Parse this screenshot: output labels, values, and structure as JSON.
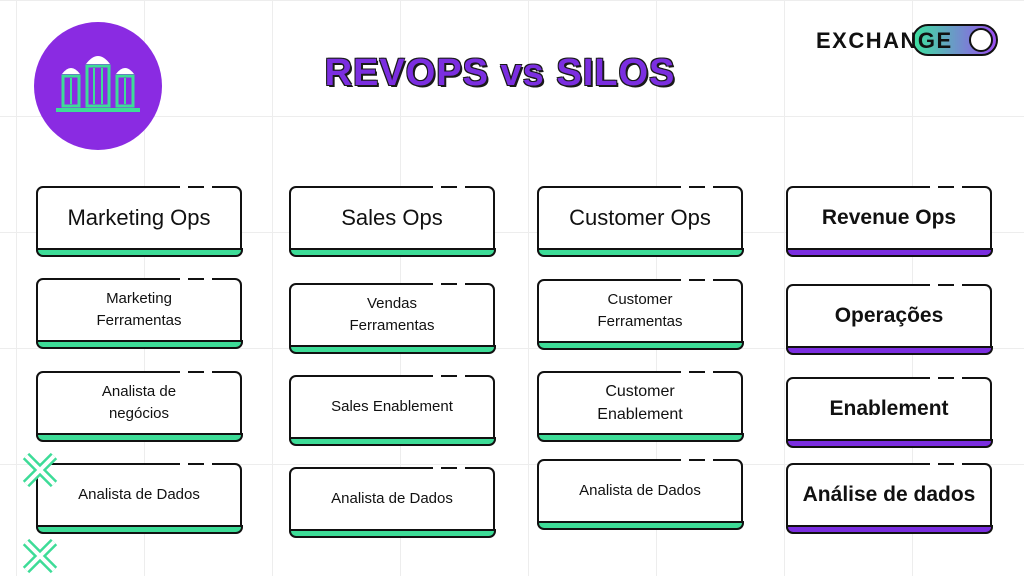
{
  "title": "REVOPS vs SILOS",
  "brand": {
    "name": "EXCHANGE"
  },
  "colors": {
    "accent_green": "#3ddc97",
    "accent_purple": "#7b2ee0",
    "logo_bg": "#8a2be2"
  },
  "icons": [
    "silos-logo-icon",
    "cross-icon"
  ],
  "columns": [
    {
      "heading": "Marketing Ops",
      "items": [
        "Marketing Ferramentas",
        "Analista de negócios",
        "Analista de Dados"
      ]
    },
    {
      "heading": "Sales Ops",
      "items": [
        "Vendas Ferramentas",
        "Sales Enablement",
        "Analista de Dados"
      ]
    },
    {
      "heading": "Customer Ops",
      "items": [
        "Customer Ferramentas",
        "Customer Enablement",
        "Analista de Dados"
      ]
    },
    {
      "heading": "Revenue Ops",
      "items": [
        "Operações",
        "Enablement",
        "Análise de dados"
      ]
    }
  ]
}
